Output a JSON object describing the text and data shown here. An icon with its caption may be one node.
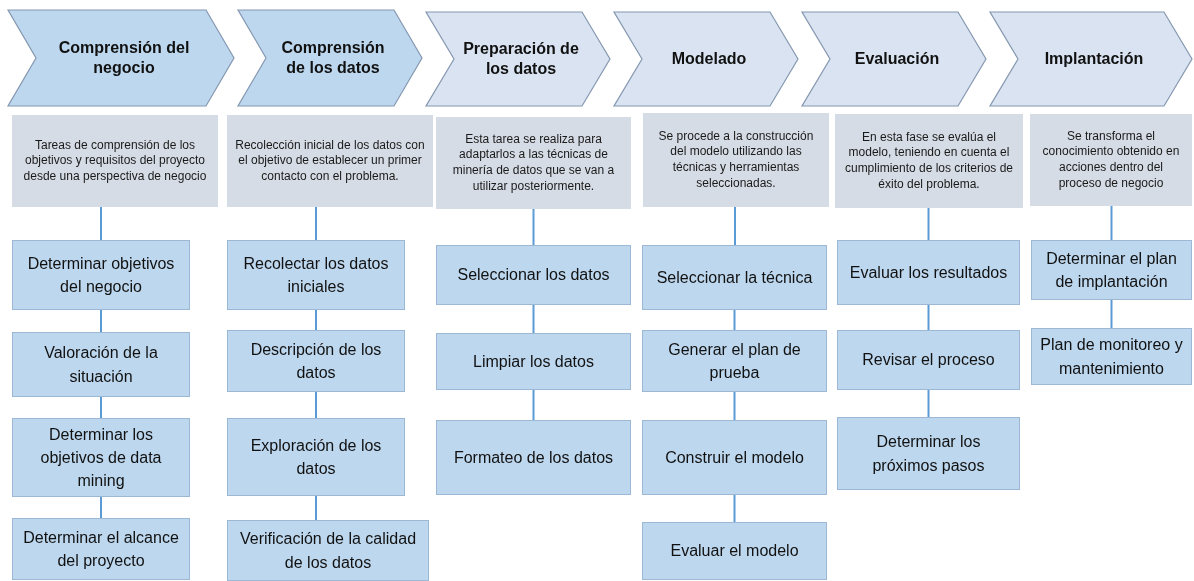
{
  "diagram": {
    "nodes": [
      {
        "text": [
          "Comprensión del negocio"
        ]
      },
      {
        "text": [
          "Comprensión de los datos"
        ]
      },
      {
        "text": [
          "Preparación de los datos"
        ]
      },
      {
        "text": [
          "Modelado"
        ]
      },
      {
        "text": [
          "Evaluación"
        ]
      },
      {
        "text": [
          "Implantación"
        ]
      },
      {
        "text": [
          "Tareas de comprensión de los objetivos y requisitos del proyecto desde una perspectiva de negocio"
        ]
      },
      {
        "text": [
          "Recolección inicial de los datos con el objetivo de establecer un primer contacto con el problema."
        ]
      },
      {
        "text": [
          "Esta tarea se realiza para adaptarlos a las técnicas de minería de datos que se van a utilizar posteriormente."
        ]
      },
      {
        "text": [
          "Se procede a la construcción del modelo utilizando las técnicas y herramientas seleccionadas."
        ]
      },
      {
        "text": [
          "En esta fase se evalúa el modelo, teniendo en cuenta el cumplimiento de los criterios de éxito del problema."
        ]
      },
      {
        "text": [
          "Se transforma el conocimiento obtenido en acciones dentro del proceso de negocio"
        ]
      },
      {
        "text": [
          "Determinar objetivos del negocio"
        ]
      },
      {
        "text": [
          "Valoración de la situación"
        ]
      },
      {
        "text": [
          "Determinar los objetivos de data mining"
        ]
      },
      {
        "text": [
          "Determinar el alcance del proyecto"
        ]
      },
      {
        "text": [
          "Recolectar los datos iniciales"
        ]
      },
      {
        "text": [
          "Descripción de los datos"
        ]
      },
      {
        "text": [
          "Exploración de los datos"
        ]
      },
      {
        "text": [
          "Verificación de la calidad de los datos"
        ]
      },
      {
        "text": [
          "Seleccionar los datos"
        ]
      },
      {
        "text": [
          "Limpiar los datos"
        ]
      },
      {
        "text": [
          "Formateo de los datos"
        ]
      },
      {
        "text": [
          "Seleccionar la técnica"
        ]
      },
      {
        "text": [
          "Generar el plan de prueba"
        ]
      },
      {
        "text": [
          "Construir el modelo"
        ]
      },
      {
        "text": [
          "Evaluar el modelo"
        ]
      },
      {
        "text": [
          "Evaluar los resultados"
        ]
      },
      {
        "text": [
          "Revisar el proceso"
        ]
      },
      {
        "text": [
          "Determinar los próximos pasos"
        ]
      },
      {
        "text": [
          "Determinar el plan de implantación"
        ]
      },
      {
        "text": [
          "Plan de monitoreo y mantenimiento"
        ]
      }
    ],
    "edges": [
      {
        "from": 6,
        "to": 12,
        "arrow": "none"
      },
      {
        "from": 12,
        "to": 13,
        "arrow": "none"
      },
      {
        "from": 13,
        "to": 14,
        "arrow": "none"
      },
      {
        "from": 14,
        "to": 15,
        "arrow": "none"
      },
      {
        "from": 7,
        "to": 16,
        "arrow": "none"
      },
      {
        "from": 16,
        "to": 17,
        "arrow": "none"
      },
      {
        "from": 17,
        "to": 18,
        "arrow": "none"
      },
      {
        "from": 18,
        "to": 19,
        "arrow": "none"
      },
      {
        "from": 8,
        "to": 20,
        "arrow": "none"
      },
      {
        "from": 20,
        "to": 21,
        "arrow": "none"
      },
      {
        "from": 21,
        "to": 22,
        "arrow": "none"
      },
      {
        "from": 9,
        "to": 23,
        "arrow": "none"
      },
      {
        "from": 23,
        "to": 24,
        "arrow": "none"
      },
      {
        "from": 24,
        "to": 25,
        "arrow": "none"
      },
      {
        "from": 25,
        "to": 26,
        "arrow": "none"
      },
      {
        "from": 10,
        "to": 27,
        "arrow": "none"
      },
      {
        "from": 27,
        "to": 28,
        "arrow": "none"
      },
      {
        "from": 28,
        "to": 29,
        "arrow": "none"
      },
      {
        "from": 11,
        "to": 30,
        "arrow": "none"
      },
      {
        "from": 30,
        "to": 31,
        "arrow": "none"
      }
    ]
  }
}
